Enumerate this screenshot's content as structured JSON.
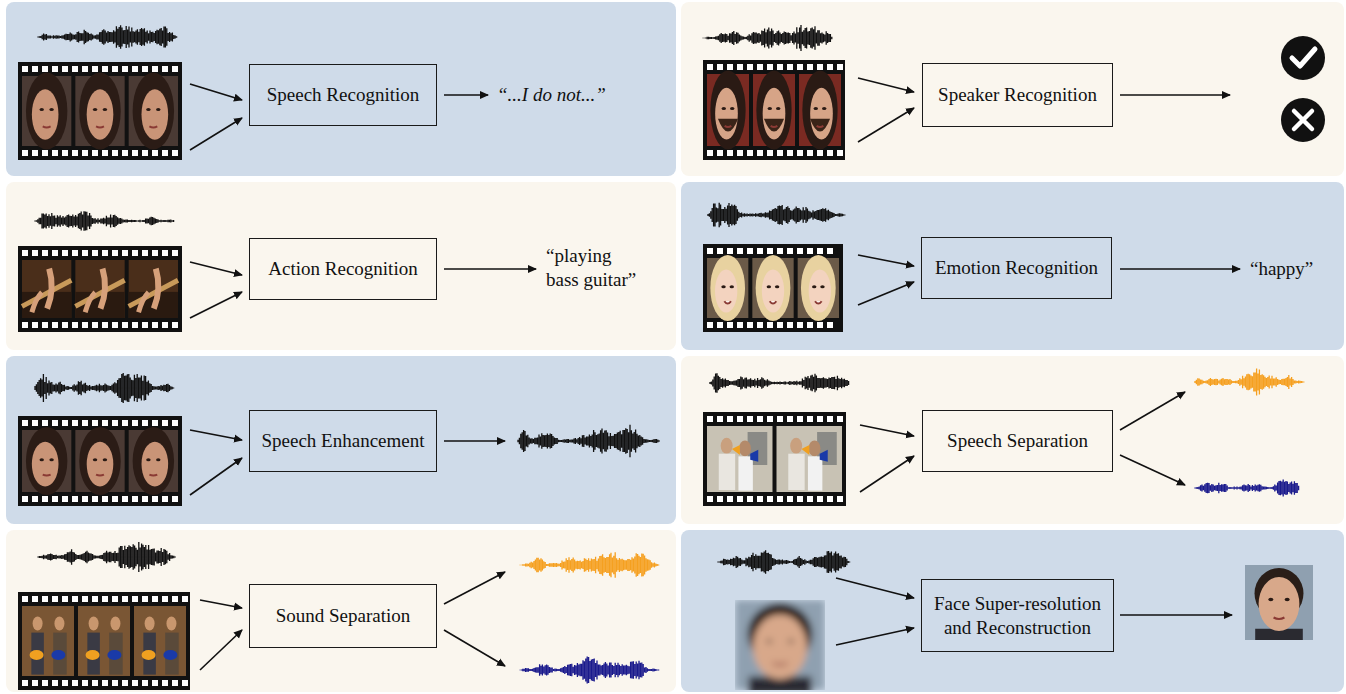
{
  "diagram": {
    "nodes": [
      {
        "text": [
          "Speech Recognition"
        ]
      },
      {
        "text": [
          "Speaker Recognition"
        ]
      },
      {
        "text": [
          "Action Recognition"
        ]
      },
      {
        "text": [
          "Emotion Recognition"
        ]
      },
      {
        "text": [
          "Speech Enhancement"
        ]
      },
      {
        "text": [
          "Speech Separation"
        ]
      },
      {
        "text": [
          "Sound Separation"
        ]
      },
      {
        "text": [
          "Face Super-resolution and Reconstruction"
        ]
      }
    ],
    "labels": [
      "“...I do not...”",
      "“playing bass guitar”",
      "“happy”"
    ]
  }
}
